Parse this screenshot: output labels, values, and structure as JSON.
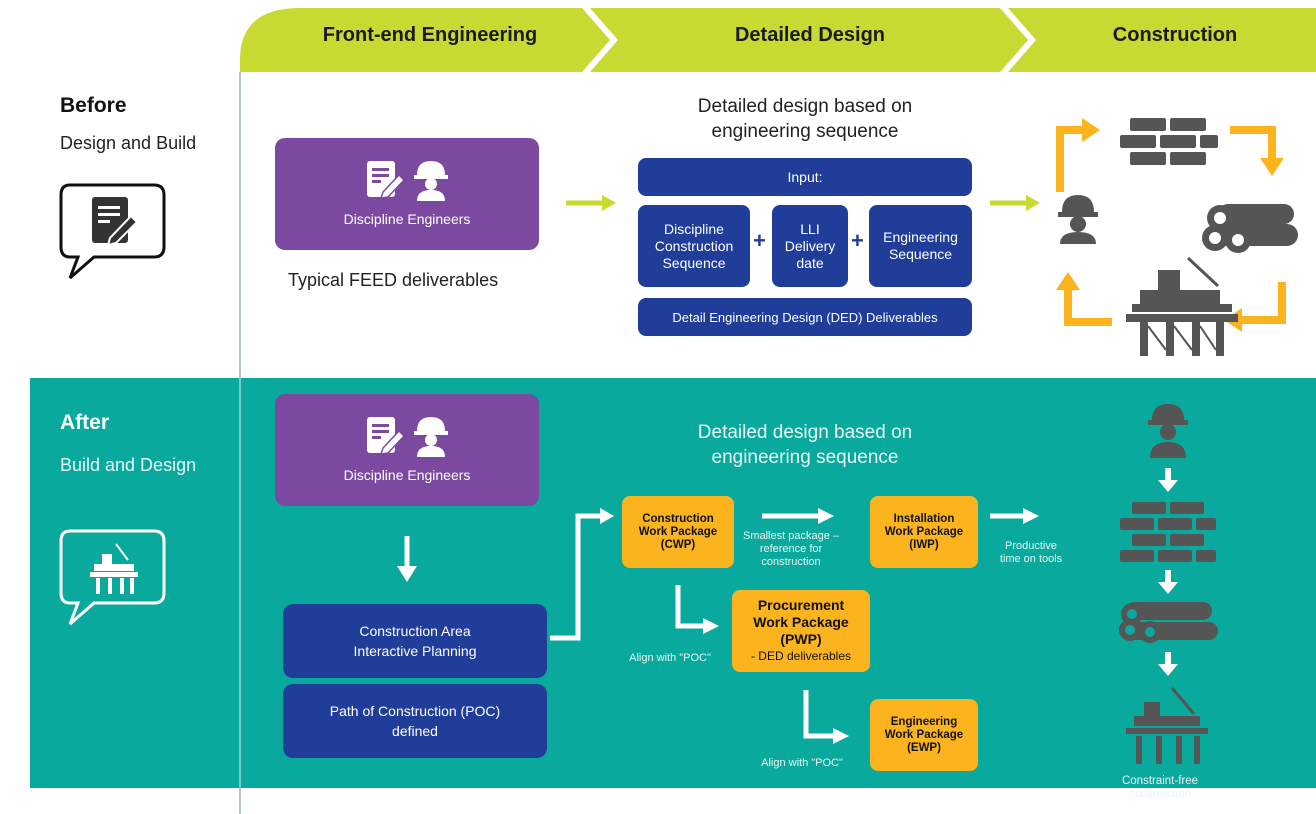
{
  "header": {
    "phases": [
      "Front-end Engineering",
      "Detailed Design",
      "Construction"
    ]
  },
  "before": {
    "title": "Before",
    "subtitle": "Design and Build",
    "engineers_label": "Discipline Engineers",
    "feed_caption": "Typical FEED deliverables",
    "dd_heading_line1": "Detailed design based on",
    "dd_heading_line2": "engineering sequence",
    "input_label": "Input:",
    "box_dcs": [
      "Discipline",
      "Construction",
      "Sequence"
    ],
    "box_lli": [
      "LLI",
      "Delivery",
      "date"
    ],
    "box_eng": [
      "Engineering",
      "Sequence"
    ],
    "plus": "+",
    "ded_label": "Detail Engineering Design (DED) Deliverables"
  },
  "after": {
    "title": "After",
    "subtitle": "Build and Design",
    "engineers_label": "Discipline Engineers",
    "dd_heading_line1": "Detailed design based on",
    "dd_heading_line2": "engineering sequence",
    "cai_line1": "Construction Area",
    "cai_line2": "Interactive Planning",
    "poc_line1": "Path of Construction (POC)",
    "poc_line2": "defined",
    "cwp": [
      "Construction",
      "Work Package",
      "(CWP)"
    ],
    "iwp": [
      "Installation",
      "Work Package",
      "(IWP)"
    ],
    "pwp": [
      "Procurement",
      "Work Package",
      "(PWP)"
    ],
    "pwp_sub": "- DED deliverables",
    "ewp": [
      "Engineering",
      "Work Package",
      "(EWP)"
    ],
    "smallest_note": [
      "Smallest package –",
      "reference for",
      "construction"
    ],
    "productive_note": [
      "Productive",
      "time on tools"
    ],
    "align1": "Align with \"POC\"",
    "align2": "Align with \"POC\"",
    "constraint_note": [
      "Constraint-free",
      "construction"
    ]
  },
  "colors": {
    "lime": "#c8d932",
    "teal": "#0aa99d",
    "purple": "#7b4aa0",
    "navy": "#1f3d99",
    "orange": "#fbb41e",
    "icon_gray": "#555555"
  },
  "icons": [
    "document-edit-icon",
    "worker-icon",
    "speech-bubble-icon",
    "brick-wall-icon",
    "pipes-icon",
    "offshore-platform-icon",
    "arrow-icon"
  ]
}
